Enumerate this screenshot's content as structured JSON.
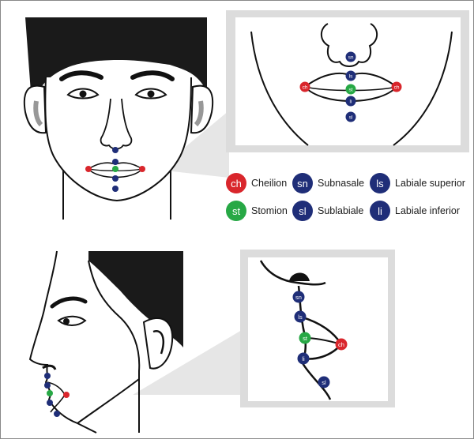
{
  "colors": {
    "red": "#d9262c",
    "green": "#27a845",
    "blue": "#1f2e78",
    "line": "#111111",
    "panel": "#dcdcdc"
  },
  "legend": [
    {
      "code": "ch",
      "label": "Cheilion",
      "color": "red"
    },
    {
      "code": "sn",
      "label": "Subnasale",
      "color": "blue"
    },
    {
      "code": "ls",
      "label": "Labiale superior",
      "color": "blue"
    },
    {
      "code": "st",
      "label": "Stomion",
      "color": "green"
    },
    {
      "code": "sl",
      "label": "Sublabiale",
      "color": "blue"
    },
    {
      "code": "li",
      "label": "Labiale inferior",
      "color": "blue"
    }
  ],
  "frontal_zoom_points": {
    "sn": "sn",
    "ch_left": "ch",
    "ls": "ls",
    "st": "st",
    "li": "li",
    "ch_right": "ch",
    "sl": "sl"
  },
  "profile_zoom_points": {
    "sn": "sn",
    "ls": "ls",
    "st": "st",
    "ch": "ch",
    "li": "li",
    "sl": "sl"
  }
}
